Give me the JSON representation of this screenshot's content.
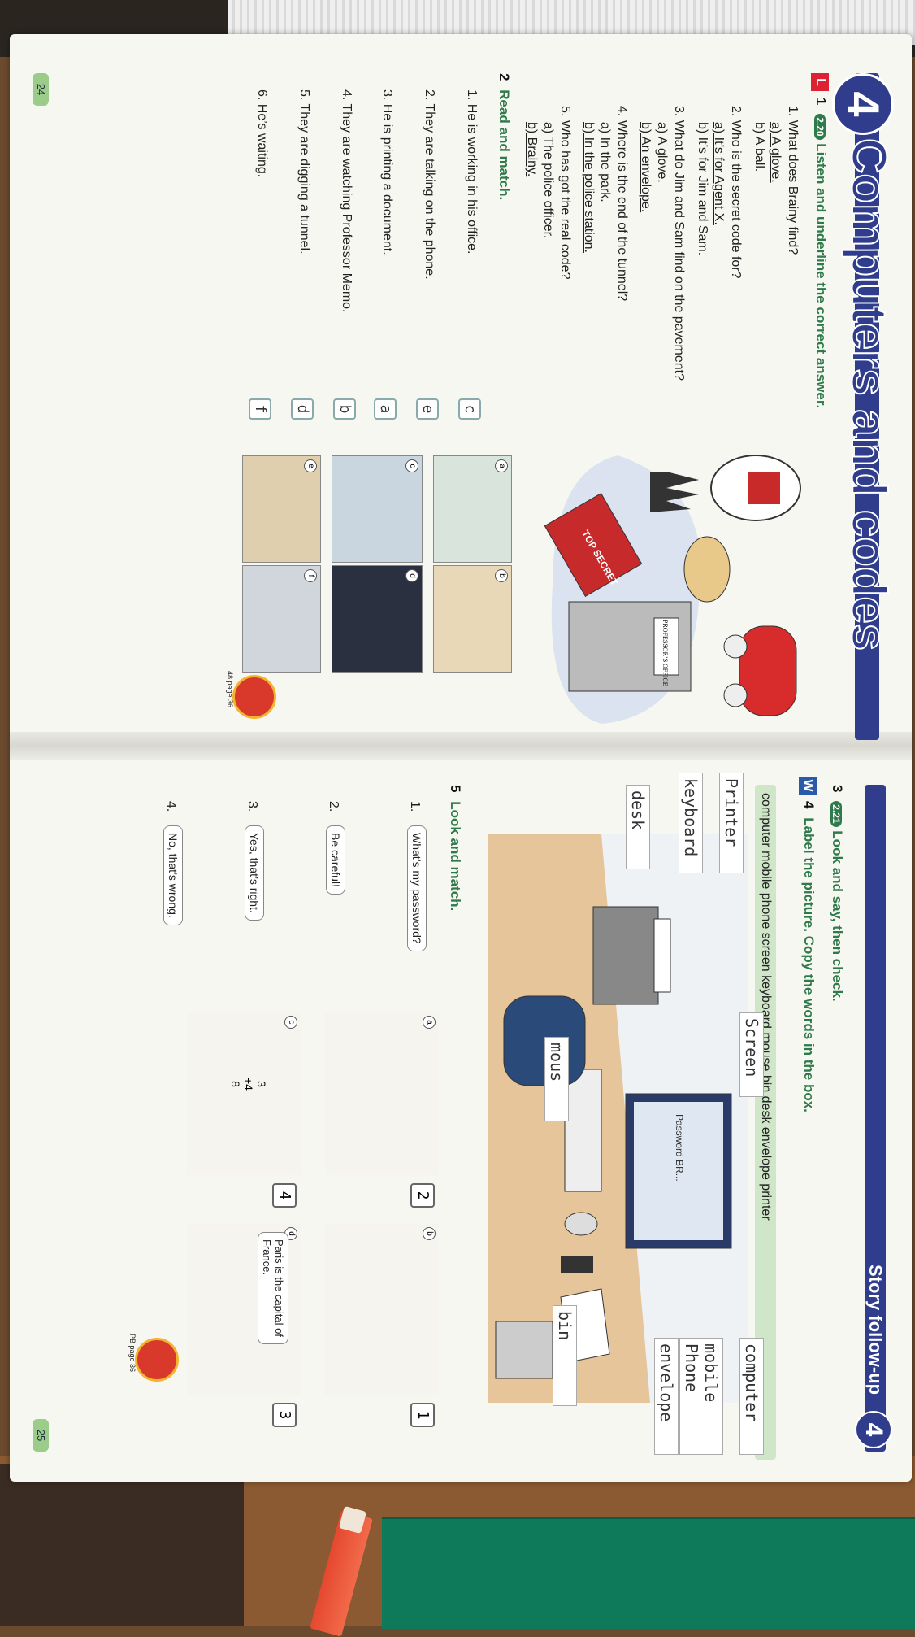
{
  "unit": {
    "number": "4",
    "title": "Computers and codes"
  },
  "story_followup": {
    "label": "Story follow-up",
    "number": "4"
  },
  "pages": {
    "left": "24",
    "right": "25"
  },
  "ex1": {
    "tag": "L",
    "num": "1",
    "audio": "2.20",
    "title": "Listen and underline the correct answer.",
    "questions": [
      {
        "q": "1. What does Brainy find?",
        "a": "a) A glove.",
        "b": "b) A ball."
      },
      {
        "q": "2. Who is the secret code for?",
        "a": "a) It’s for Agent X.",
        "b": "b) It’s for Jim and Sam."
      },
      {
        "q": "3. What do Jim and Sam find on the pavement?",
        "a": "a) A glove.",
        "b": "b) An envelope."
      },
      {
        "q": "4. Where is the end of the tunnel?",
        "a": "a) In the park.",
        "b": "b) In the police station."
      },
      {
        "q": "5. Who has got the real code?",
        "a": "a) The police officer.",
        "b": "b) Brainy."
      }
    ]
  },
  "illus1": {
    "door_sign": "PROFESSOR’S OFFICE",
    "book_text": "TOP SECRET"
  },
  "ex2": {
    "num": "2",
    "title": "Read and match.",
    "items": [
      {
        "text": "1. He is working in his office.",
        "answer": "c"
      },
      {
        "text": "2. They are talking on the phone.",
        "answer": "e"
      },
      {
        "text": "3. He is printing a document.",
        "answer": "a"
      },
      {
        "text": "4. They are watching Professor Memo.",
        "answer": "b"
      },
      {
        "text": "5. They are digging a tunnel.",
        "answer": "d"
      },
      {
        "text": "6. He’s waiting.",
        "answer": "f"
      }
    ],
    "panels": [
      "a",
      "b",
      "c",
      "d",
      "e",
      "f"
    ]
  },
  "sticker_left": "48 page 36",
  "ex3": {
    "num": "3",
    "audio": "2.21",
    "title": "Look and say, then check."
  },
  "ex4": {
    "tag": "W",
    "num": "4",
    "title": "Label the picture. Copy the words in the box.",
    "words": "computer  mobile phone  screen  keyboard  mouse  bin  desk  envelope  printer",
    "password_text": "Password  BR...",
    "labels": [
      "Printer",
      "keyboard",
      "desk",
      "Screen",
      "mous",
      "computer",
      "mobile Phone",
      "envelope",
      "bin"
    ]
  },
  "ex5": {
    "num": "5",
    "title": "Look and match.",
    "items": [
      {
        "n": "1.",
        "text": "What’s my password?"
      },
      {
        "n": "2.",
        "text": "Be careful!"
      },
      {
        "n": "3.",
        "text": "Yes, that’s right."
      },
      {
        "n": "4.",
        "text": "No, that’s wrong."
      }
    ],
    "panel_labels": [
      "a",
      "b",
      "c",
      "d"
    ],
    "answers": [
      "2",
      "1",
      "4",
      "3"
    ],
    "paris_text": "Paris is the capital of France.",
    "sum": {
      "top": "3",
      "op": "+4",
      "res": "8"
    }
  },
  "sticker_right": "PB page 36",
  "colors": {
    "accent": "#2f3d8c",
    "green": "#2f7a4a",
    "wordbox": "#cfe6c8"
  }
}
